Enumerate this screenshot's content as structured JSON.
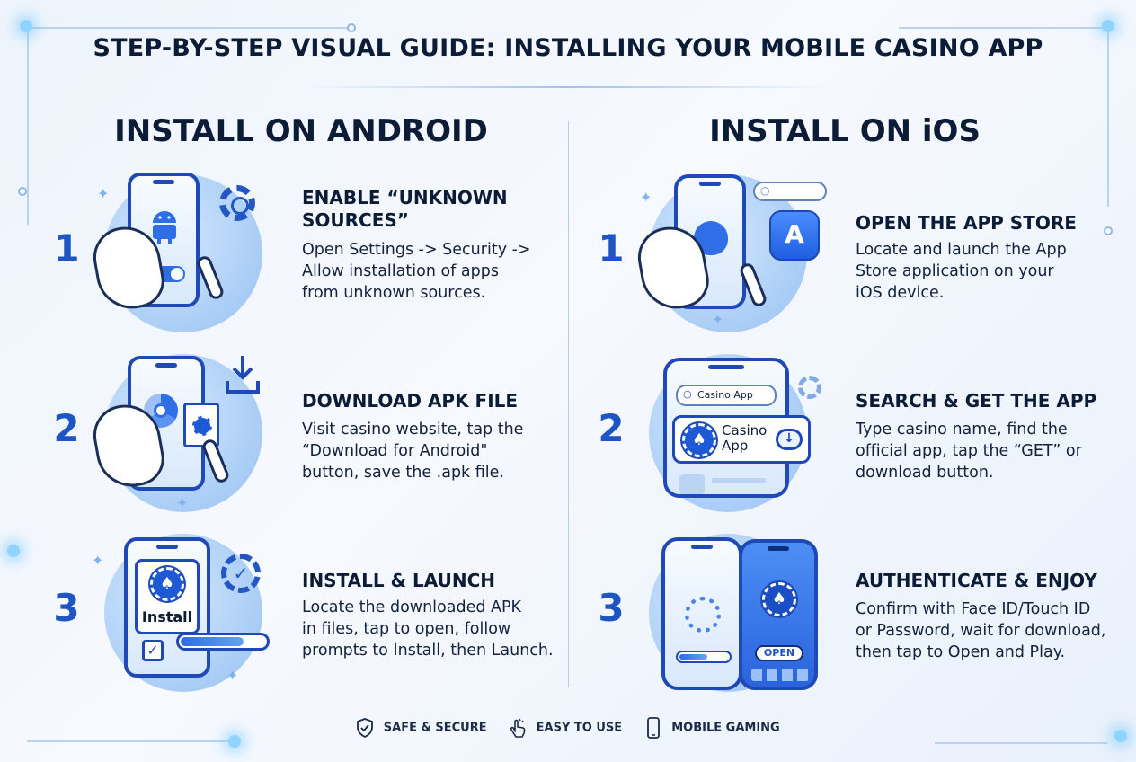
{
  "title": "STEP-BY-STEP VISUAL GUIDE: INSTALLING YOUR MOBILE CASINO APP",
  "android": {
    "heading": "INSTALL ON ANDROID",
    "steps": [
      {
        "number": "1",
        "title_line1": "ENABLE “UNKNOWN",
        "title_line2": "SOURCES”",
        "desc_lines": [
          "Open Settings -> Security ->",
          "Allow installation of apps",
          "from unknown sources."
        ],
        "icon": "android-icon"
      },
      {
        "number": "2",
        "title": "DOWNLOAD APK FILE",
        "desc_lines": [
          "Visit casino website, tap the",
          "“Download for Android\"",
          "button, save the .apk file."
        ],
        "icon": "download-icon"
      },
      {
        "number": "3",
        "title": "INSTALL & LAUNCH",
        "desc_lines": [
          "Locate the downloaded APK",
          "in files, tap to open, follow",
          "prompts to Install, then Launch."
        ],
        "install_label": "Install",
        "progress": 0.75,
        "icon": "install-icon"
      }
    ]
  },
  "ios": {
    "heading": "INSTALL ON iOS",
    "steps": [
      {
        "number": "1",
        "title": "OPEN THE APP STORE",
        "desc_lines": [
          "Locate and launch the App",
          "Store application on your",
          "iOS device."
        ],
        "icon": "apple-icon"
      },
      {
        "number": "2",
        "title": "SEARCH & GET THE APP",
        "desc_lines": [
          "Type casino name, find the",
          "official app, tap the “GET” or",
          "download button."
        ],
        "search_text": "Casino App",
        "app_name_line1": "Casino",
        "app_name_line2": "App",
        "icon": "app-store-icon"
      },
      {
        "number": "3",
        "title": "AUTHENTICATE & ENJOY",
        "desc_lines": [
          "Confirm with Face ID/Touch ID",
          "or Password, wait for download,",
          "then tap to Open and Play."
        ],
        "open_label": "OPEN",
        "progress": 0.6,
        "icon": "face-id-icon"
      }
    ]
  },
  "footer": [
    {
      "label": "SAFE & SECURE",
      "icon": "shield-icon"
    },
    {
      "label": "EASY TO USE",
      "icon": "tap-hand-icon"
    },
    {
      "label": "MOBILE GAMING",
      "icon": "phone-icon"
    }
  ],
  "colors": {
    "accent": "#1d55c4",
    "phone_frame": "#1e49b7",
    "circle": "#a9cdf6",
    "text": "#0d1c36"
  }
}
